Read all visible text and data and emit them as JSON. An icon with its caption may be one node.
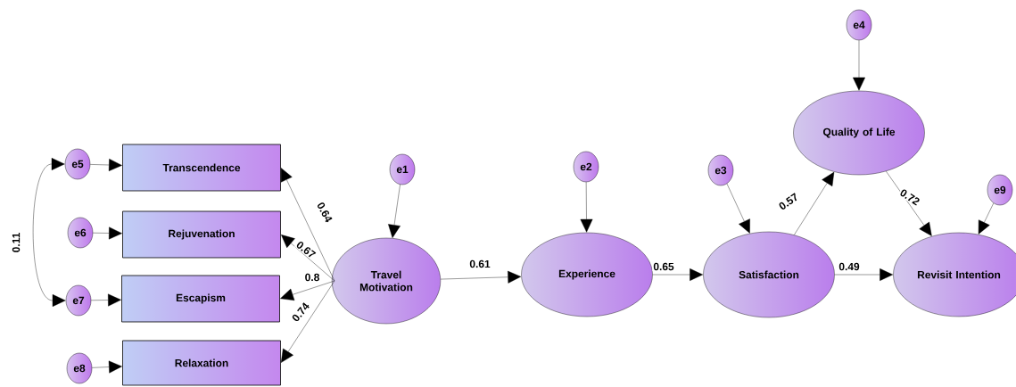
{
  "diagram": {
    "nodes": [
      {
        "text": [
          "Transcendence"
        ]
      },
      {
        "text": [
          "Rejuvenation"
        ]
      },
      {
        "text": [
          "Escapism"
        ]
      },
      {
        "text": [
          "Relaxation"
        ]
      },
      {
        "text": [
          "Travel Motivation"
        ]
      },
      {
        "text": [
          "Experience"
        ]
      },
      {
        "text": [
          "Satisfaction"
        ]
      },
      {
        "text": [
          "Quality of Life"
        ]
      },
      {
        "text": [
          "Revisit Intention"
        ]
      },
      {
        "text": [
          "e1"
        ]
      },
      {
        "text": [
          "e2"
        ]
      },
      {
        "text": [
          "e3"
        ]
      },
      {
        "text": [
          "e4"
        ]
      },
      {
        "text": [
          "e5"
        ]
      },
      {
        "text": [
          "e6"
        ]
      },
      {
        "text": [
          "e7"
        ]
      },
      {
        "text": [
          "e8"
        ]
      },
      {
        "text": [
          "e9"
        ]
      }
    ],
    "edges": [
      {
        "from": 4,
        "to": 0,
        "arrow": "to",
        "label": "0.64"
      },
      {
        "from": 4,
        "to": 1,
        "arrow": "to",
        "label": "0.67"
      },
      {
        "from": 4,
        "to": 2,
        "arrow": "to",
        "label": "0.8"
      },
      {
        "from": 4,
        "to": 3,
        "arrow": "to",
        "label": "0.74"
      },
      {
        "from": 4,
        "to": 5,
        "arrow": "to",
        "label": "0.61"
      },
      {
        "from": 5,
        "to": 6,
        "arrow": "to",
        "label": "0.65"
      },
      {
        "from": 6,
        "to": 7,
        "arrow": "to",
        "label": "0.57"
      },
      {
        "from": 7,
        "to": 8,
        "arrow": "to",
        "label": "0.72"
      },
      {
        "from": 6,
        "to": 8,
        "arrow": "to",
        "label": "0.49"
      },
      {
        "from": 9,
        "to": 4,
        "arrow": "to"
      },
      {
        "from": 10,
        "to": 5,
        "arrow": "to"
      },
      {
        "from": 11,
        "to": 6,
        "arrow": "to"
      },
      {
        "from": 12,
        "to": 7,
        "arrow": "to"
      },
      {
        "from": 17,
        "to": 8,
        "arrow": "to"
      },
      {
        "from": 13,
        "to": 0,
        "arrow": "to"
      },
      {
        "from": 14,
        "to": 1,
        "arrow": "to"
      },
      {
        "from": 15,
        "to": 2,
        "arrow": "to"
      },
      {
        "from": 16,
        "to": 3,
        "arrow": "to"
      },
      {
        "from": 13,
        "to": 15,
        "arrow": "both",
        "label": "0.11"
      }
    ]
  }
}
